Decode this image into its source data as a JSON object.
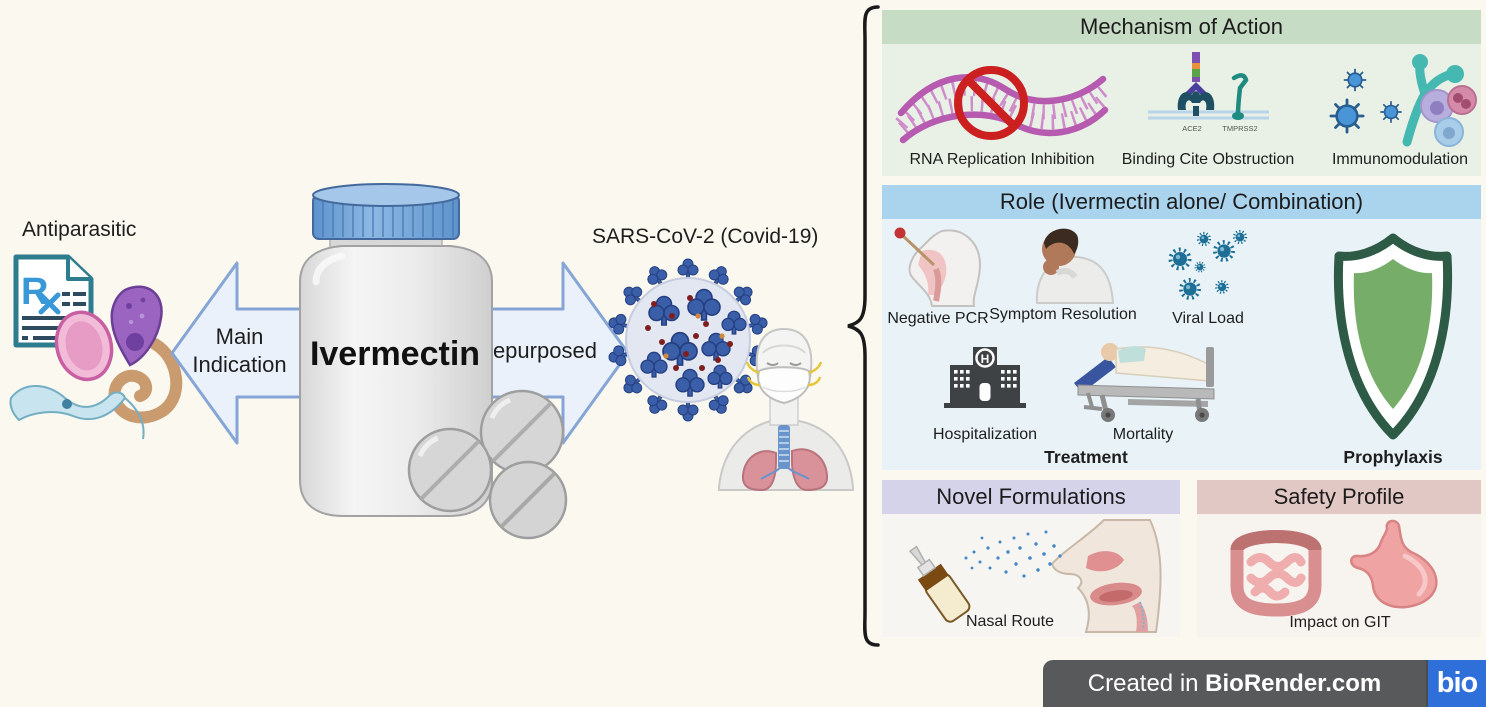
{
  "left_side": {
    "title": "Antiparasitic",
    "rx_letter": "R"
  },
  "arrows": {
    "main_line1": "Main",
    "main_line2": "Indication",
    "repurposed": "Repurposed"
  },
  "bottle": {
    "label": "Ivermectin"
  },
  "virus_side": {
    "title": "SARS-CoV-2 (Covid-19)"
  },
  "mechanism": {
    "title": "Mechanism of Action",
    "items": [
      "RNA Replication Inhibition",
      "Binding Cite Obstruction",
      "Immunomodulation"
    ],
    "receptor_labels": {
      "ace2": "ACE2",
      "tmprss2": "TMPRSS2"
    }
  },
  "role": {
    "title": "Role (Ivermectin alone/ Combination)",
    "items": [
      "Negative PCR",
      "Symptom Resolution",
      "Viral Load",
      "Hospitalization",
      "Mortality"
    ],
    "hospital_letter": "H",
    "treatment": "Treatment",
    "prophylaxis": "Prophylaxis"
  },
  "novel": {
    "title": "Novel Formulations",
    "item": "Nasal Route"
  },
  "safety": {
    "title": "Safety Profile",
    "item": "Impact on GIT"
  },
  "badge": {
    "prefix": "Created in ",
    "brand": "BioRender.com",
    "logo": "bio"
  },
  "colors": {
    "background": "#faf8ef",
    "mechanism_header": "#c7dcc4",
    "mechanism_body": "#e9f1e6",
    "role_header": "#aad3ee",
    "role_body": "#e8f2f7",
    "novel_header": "#d4d3ea",
    "novel_body": "#f7f5f1",
    "safety_header": "#e2c8c4",
    "safety_body": "#f7f4f0",
    "arrow_fill": "#eaf1fa",
    "arrow_stroke": "#85a5d6",
    "badge_bg": "#58595b",
    "logo_blue": "#2e6fd9",
    "shield_green": "#76ad68",
    "virus_blue": "#3a5ea8"
  }
}
